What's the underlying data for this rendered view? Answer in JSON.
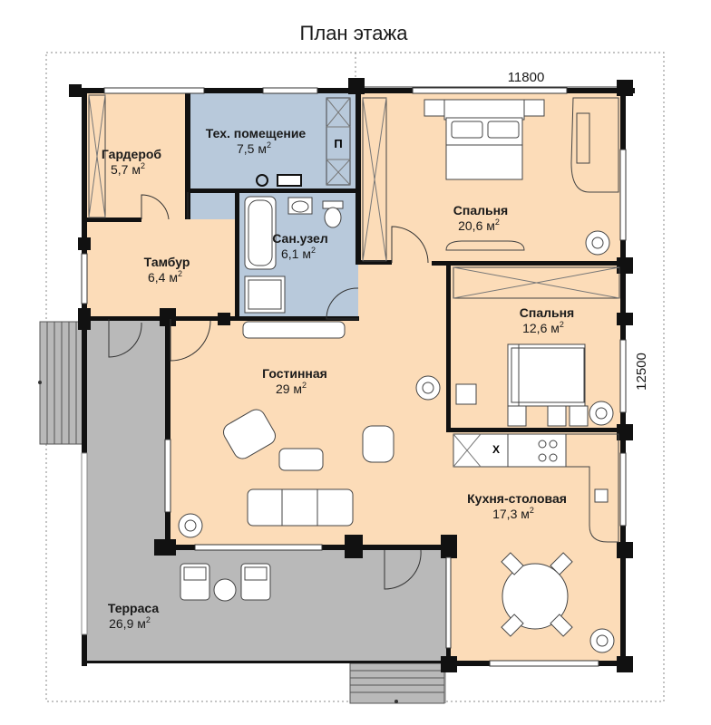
{
  "title": "План этажа",
  "dimensions": {
    "width": "11800",
    "depth": "12500"
  },
  "colors": {
    "living_floor": "#fcdcb8",
    "wet_floor": "#b8c9db",
    "terrace_floor": "#b9b9b9",
    "walls": "#111111"
  },
  "rooms": {
    "garderob": {
      "name": "Гардероб",
      "area": "5,7 м",
      "unit_sup": "2"
    },
    "tech": {
      "name": "Тех. помещение",
      "area": "7,5 м",
      "unit_sup": "2"
    },
    "bath": {
      "name": "Сан.узел",
      "area": "6,1 м",
      "unit_sup": "2"
    },
    "tambur": {
      "name": "Тамбур",
      "area": "6,4 м",
      "unit_sup": "2"
    },
    "bedroom1": {
      "name": "Спальня",
      "area": "20,6 м",
      "unit_sup": "2"
    },
    "bedroom2": {
      "name": "Спальня",
      "area": "12,6 м",
      "unit_sup": "2"
    },
    "living": {
      "name": "Гостинная",
      "area": "29 м",
      "unit_sup": "2"
    },
    "kitchen": {
      "name": "Кухня-столовая",
      "area": "17,3 м",
      "unit_sup": "2"
    },
    "terrace": {
      "name": "Терраса",
      "area": "26,9 м",
      "unit_sup": "2"
    }
  },
  "symbols": {
    "tech_mark": "П",
    "kitchen_mark": "Х"
  }
}
